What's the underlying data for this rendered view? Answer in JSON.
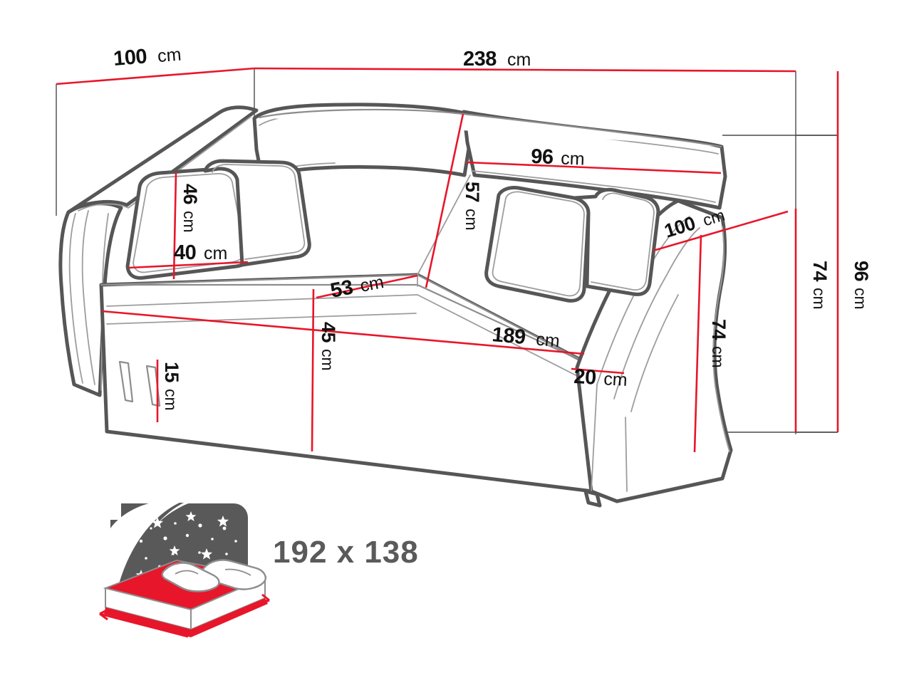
{
  "diagram": {
    "title": "Sofa bed dimension diagram",
    "units": "cm",
    "accent_color": "#e8162a",
    "outline_color": "#565656",
    "light_outline_color": "#9a9a9a",
    "text_color": "#111111",
    "icon_gray": "#595959",
    "background": "#ffffff"
  },
  "dimensions": {
    "depth_top": {
      "num": "100",
      "unit": "cm"
    },
    "width_total": {
      "num": "238",
      "unit": "cm"
    },
    "pillow_height": {
      "num": "46",
      "unit": "cm"
    },
    "pillow_width": {
      "num": "40",
      "unit": "cm"
    },
    "backrest_width": {
      "num": "96",
      "unit": "cm"
    },
    "backrest_height": {
      "num": "57",
      "unit": "cm"
    },
    "seat_depth": {
      "num": "53",
      "unit": "cm"
    },
    "seat_width": {
      "num": "189",
      "unit": "cm"
    },
    "seat_height": {
      "num": "45",
      "unit": "cm"
    },
    "leg_height": {
      "num": "15",
      "unit": "cm"
    },
    "armrest_depth": {
      "num": "100",
      "unit": "cm"
    },
    "armrest_width": {
      "num": "20",
      "unit": "cm"
    },
    "armrest_height": {
      "num": "74",
      "unit": "cm"
    },
    "side_height": {
      "num": "74",
      "unit": "cm"
    },
    "total_height": {
      "num": "96",
      "unit": "cm"
    }
  },
  "sleeping_area": {
    "label": "192 x 138",
    "icon": "bed-night-icon"
  }
}
